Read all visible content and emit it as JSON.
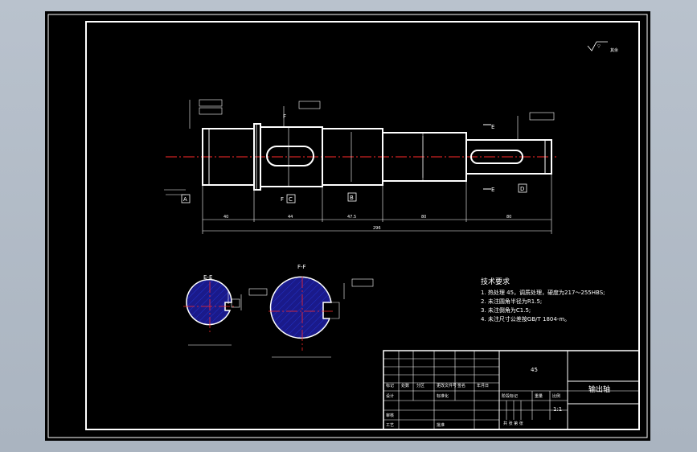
{
  "roughness_note": "其余",
  "roughness_symbol": "▽",
  "section_labels": {
    "e": "E-E",
    "f": "F-F"
  },
  "view_markers": {
    "e_top": "E",
    "e_bottom": "E",
    "f_top": "F",
    "f_bottom": "F"
  },
  "datum_labels": {
    "a": "A",
    "b": "B",
    "c": "C",
    "d": "D"
  },
  "dimensions": {
    "d1": "40",
    "d2": "44",
    "d3": "47.5",
    "d4": "80",
    "d5": "80",
    "total": "296"
  },
  "tech_requirements": {
    "title": "技术要求",
    "items": [
      "1. 热处理 45，调质处理，硬度为217～255HBS;",
      "2. 未注圆角半径为R1.5;",
      "3. 未注倒角为C1.5;",
      "4. 未注尺寸公差按GB/T 1804-m。"
    ]
  },
  "title_block": {
    "material": "45",
    "part_name": "输出轴",
    "scale": "1:1",
    "row_labels": {
      "mark": "标记",
      "count": "处数",
      "zone": "分区",
      "doc": "更改文件号",
      "sign": "签名",
      "date": "年月日",
      "design": "设计",
      "std": "标准化",
      "stage": "阶段标记",
      "weight": "重量",
      "ratio": "比例",
      "review": "审核",
      "process": "工艺",
      "approve": "批准",
      "sheet": "共 张 第 张"
    }
  }
}
